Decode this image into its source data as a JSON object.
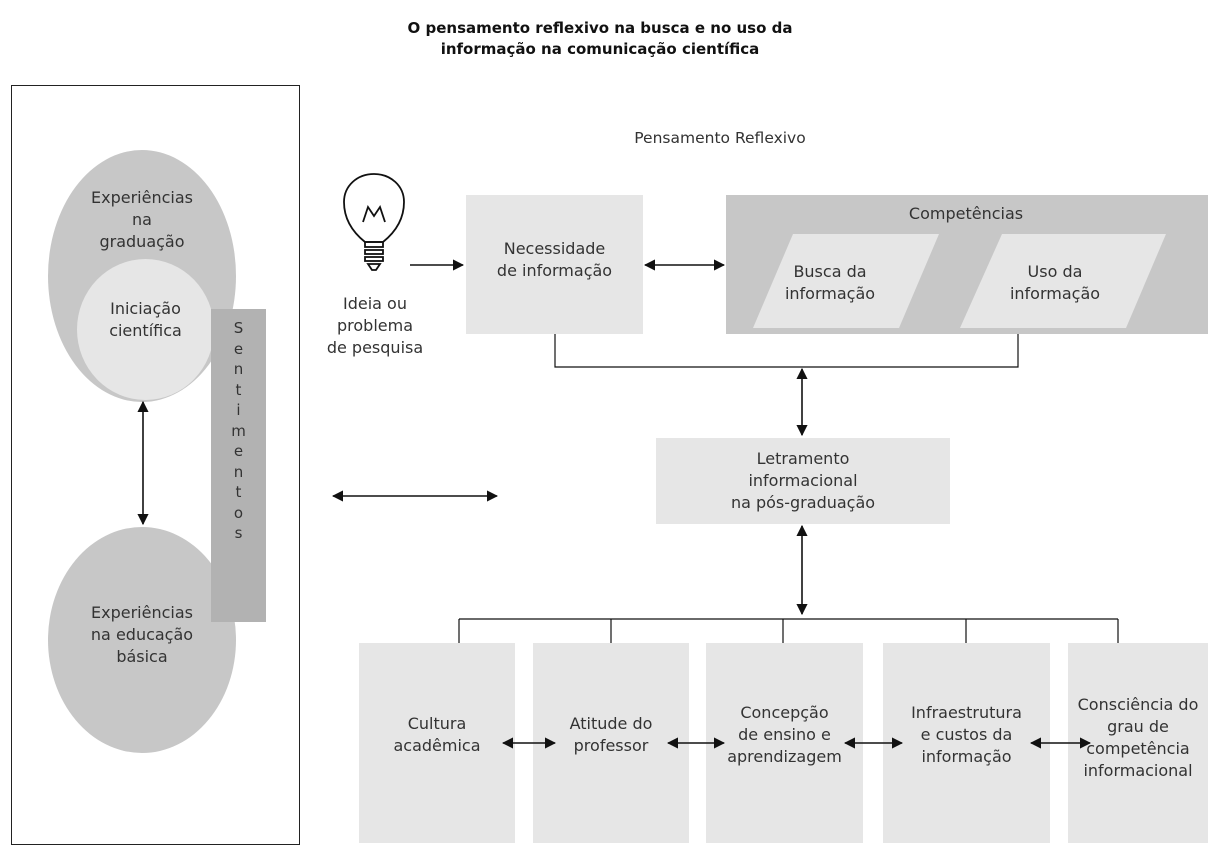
{
  "title": {
    "line1": "O pensamento reflexivo na busca e no uso da",
    "line2": "informação na comunicação científica"
  },
  "left": {
    "graduacao": [
      "Experiências",
      "na",
      "graduação"
    ],
    "iniciacao": [
      "Iniciação",
      "científica"
    ],
    "basica": [
      "Experiências",
      "na educação",
      "básica"
    ],
    "sentimentos": [
      "S",
      "e",
      "n",
      "t",
      "i",
      "m",
      "e",
      "n",
      "t",
      "o",
      "s"
    ]
  },
  "top": {
    "heading": "Pensamento Reflexivo",
    "idea_icon": "lightbulb-icon",
    "idea_label": [
      "Ideia ou",
      "problema",
      "de pesquisa"
    ],
    "necessidade": [
      "Necessidade",
      "de informação"
    ],
    "competencias": "Competências",
    "busca": [
      "Busca da",
      "informação"
    ],
    "uso": [
      "Uso da",
      "informação"
    ]
  },
  "middle": {
    "letramento": [
      "Letramento",
      "informacional",
      "na pós-graduação"
    ]
  },
  "bottom": {
    "boxes": [
      [
        "Cultura",
        "acadêmica"
      ],
      [
        "Atitude do",
        "professor"
      ],
      [
        "Concepção",
        "de ensino e",
        "aprendizagem"
      ],
      [
        "Infraestrutura",
        "e custos da",
        "informação"
      ],
      [
        "Consciência do",
        "grau de",
        "competência",
        "informacional"
      ]
    ]
  },
  "colors": {
    "light_box": "#e6e6e6",
    "ellipse": "#c7c7c7",
    "competencias_bg": "#c7c7c7",
    "sentimentos_bar": "#b2b2b2",
    "line": "#111111"
  }
}
